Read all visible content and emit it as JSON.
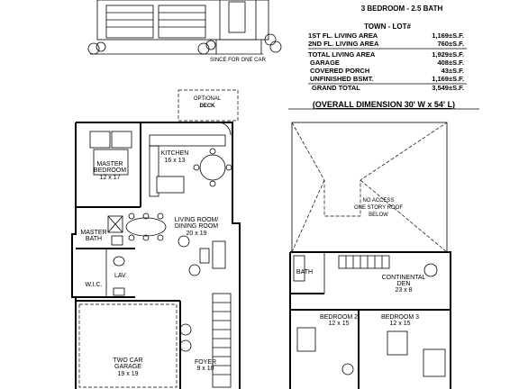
{
  "header": {
    "subtitle": "3 BEDROOM - 2.5 BATH",
    "town_lot": "TOWN - LOT#",
    "elevation_note": "SINCE FOR ONE CAR"
  },
  "areas": [
    {
      "label": "1ST FL. LIVING AREA",
      "value": "1,169±S.F."
    },
    {
      "label": "2ND FL. LIVING AREA",
      "value": "760±S.F."
    },
    {
      "label": "TOTAL LIVING AREA",
      "value": "1,929±S.F."
    },
    {
      "label": "GARAGE",
      "value": "408±S.F."
    },
    {
      "label": "COVERED PORCH",
      "value": "43±S.F."
    },
    {
      "label": "UNFINISHED BSMT.",
      "value": "1,169±S.F."
    },
    {
      "label": "GRAND TOTAL",
      "value": "3,549±S.F."
    }
  ],
  "overall_dimension": "(OVERALL DIMENSION 30' W x 54' L)",
  "first_floor": {
    "optional_deck_small": "OPTIONAL",
    "optional_deck": "DECK",
    "kitchen": {
      "name": "KITCHEN",
      "size": "16 x 13"
    },
    "master_bedroom": {
      "name": "MASTER\nBEDROOM",
      "line1": "MASTER",
      "line2": "BEDROOM",
      "size": "12 x 17"
    },
    "master_bath": {
      "line1": "MASTER",
      "line2": "BATH"
    },
    "living_dining": {
      "line1": "LIVING ROOM/",
      "line2": "DINING ROOM",
      "size": "20 x 19"
    },
    "lav": "LAV.",
    "wic": "W.I.C.",
    "garage": {
      "line1": "TWO CAR",
      "line2": "GARAGE",
      "size": "19 x 19"
    },
    "foyer": {
      "name": "FOYER",
      "size": "9 x 10"
    }
  },
  "second_floor": {
    "no_access": {
      "line1": "NO ACCESS",
      "line2": "ONE STORY ROOF",
      "line3": "BELOW"
    },
    "bath": "BATH",
    "continental_den": {
      "line1": "CONTINENTAL",
      "line2": "DEN",
      "size": "23 x 8"
    },
    "bedroom2": {
      "name": "BEDROOM 2",
      "size": "12 x 15"
    },
    "bedroom3": {
      "name": "BEDROOM 3",
      "size": "12 x 15"
    }
  }
}
